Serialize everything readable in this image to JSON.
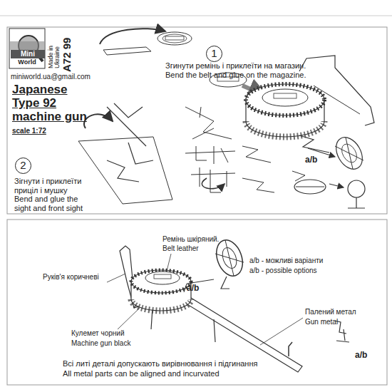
{
  "diagram": {
    "title": "Japanese Type 92 machine gun",
    "nodes": [
      {
        "text": [
          "1"
        ]
      },
      {
        "text": [
          "2"
        ]
      }
    ],
    "labels": [
      "Mini",
      "World",
      "Made in Ukraine",
      "A72 99",
      "miniworld.ua@gmail.com",
      "scale 1:72",
      "Згинути ремінь і приклеїти на магазин.",
      "Bend the belt and glue on the magazine.",
      "a/b",
      "Зігнути і приклеїти приціл і мушку",
      "Bend and glue the sight and front sight",
      "Ремінь шкіряний.",
      "Belt leather",
      "Руків'я коричневі",
      "a/b",
      "a/b - можливі варіанти",
      "a/b - possible options",
      "Кулемет чорний",
      "Machine gun black",
      "Палений метал",
      "Gun metal",
      "a/b",
      "Всі литі деталі допускають вирівнювання і підгинання",
      "All metal parts can be aligned and incurvated"
    ]
  }
}
